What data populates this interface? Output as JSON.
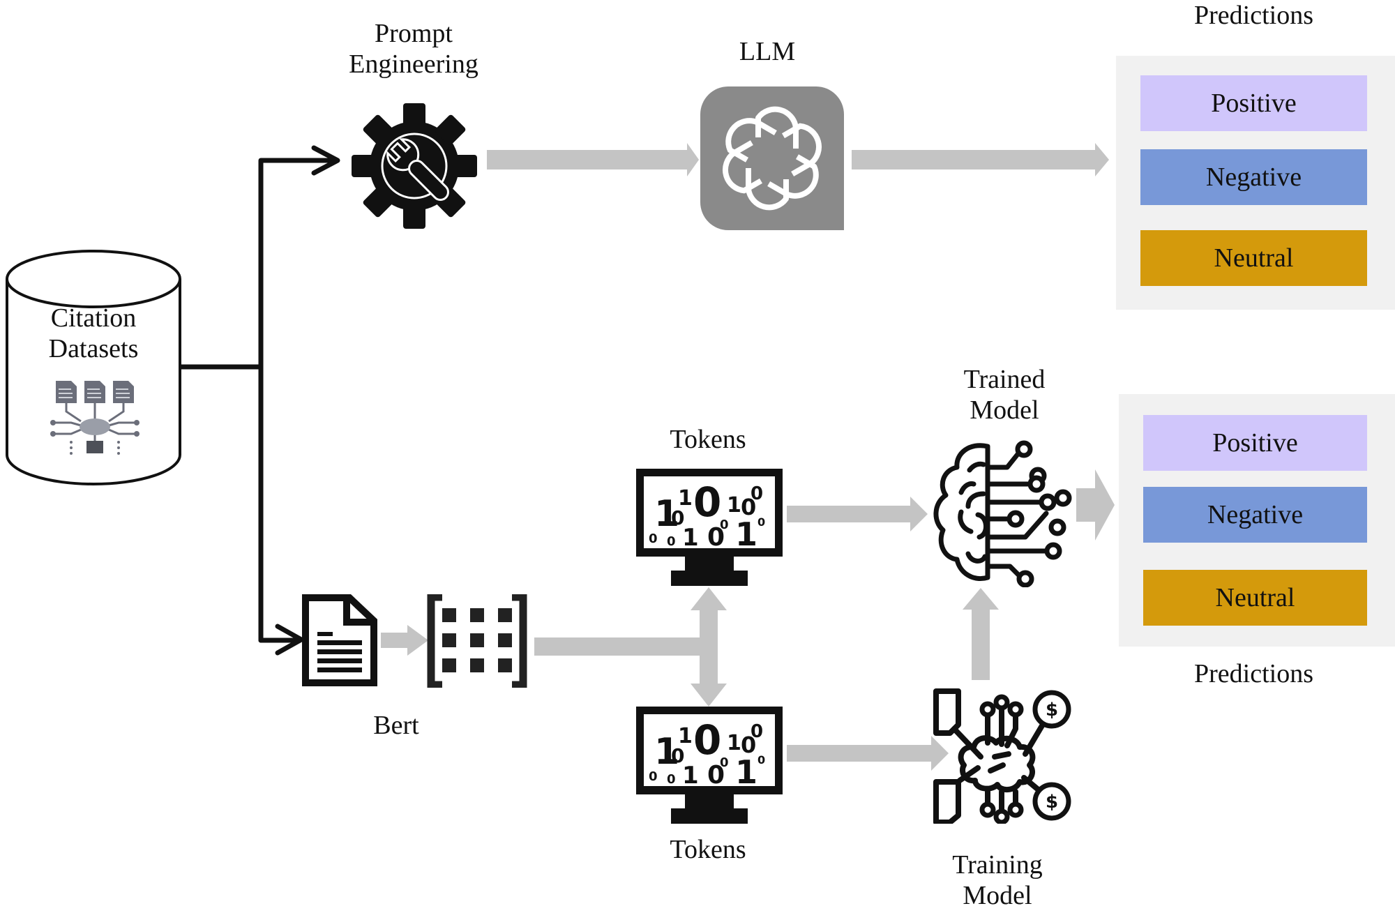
{
  "diagram": {
    "source": {
      "label_line1": "Citation",
      "label_line2": "Datasets",
      "icon": "dataset-network-icon"
    },
    "llm_branch": {
      "prompt_engineering": {
        "label_line1": "Prompt",
        "label_line2": "Engineering",
        "icon": "gear-wrench-icon"
      },
      "llm": {
        "label": "LLM",
        "icon": "openai-logo-icon"
      },
      "predictions": {
        "title": "Predictions",
        "classes": [
          {
            "label": "Positive",
            "color": "#d0c6fb"
          },
          {
            "label": "Negative",
            "color": "#7898d8"
          },
          {
            "label": "Neutral",
            "color": "#d49a0c"
          }
        ]
      }
    },
    "bert_branch": {
      "bert": {
        "label": "Bert",
        "document_icon": "document-icon",
        "embedding_icon": "matrix-icon"
      },
      "tokens_top": {
        "label": "Tokens",
        "icon": "binary-monitor-icon"
      },
      "tokens_bottom": {
        "label": "Tokens",
        "icon": "binary-monitor-icon"
      },
      "trained_model": {
        "label_line1": "Trained",
        "label_line2": "Model",
        "icon": "brain-circuit-icon"
      },
      "training_model": {
        "label_line1": "Training",
        "label_line2": "Model",
        "icon": "ai-training-icon"
      },
      "predictions": {
        "title": "Predictions",
        "classes": [
          {
            "label": "Positive",
            "color": "#d0c6fb"
          },
          {
            "label": "Negative",
            "color": "#7898d8"
          },
          {
            "label": "Neutral",
            "color": "#d49a0c"
          }
        ]
      }
    },
    "colors": {
      "connector_black": "#111111",
      "flow_arrow_gray": "#c4c4c4",
      "llm_box_gray": "#8a8a8a",
      "panel_bg": "#f1f1f1"
    }
  }
}
